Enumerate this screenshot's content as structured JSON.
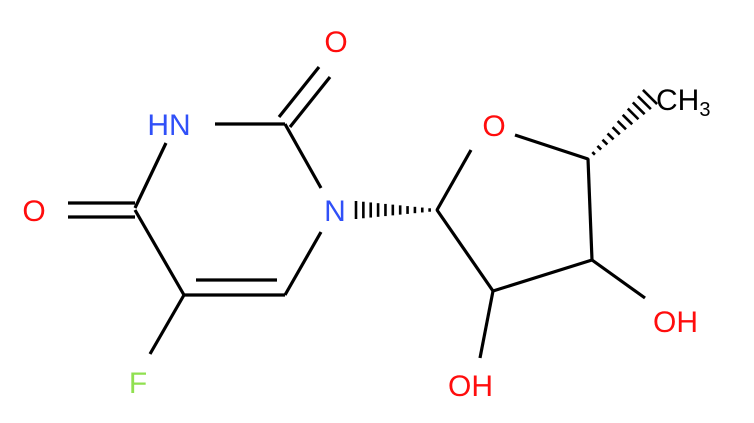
{
  "molecule": {
    "atoms": {
      "o_top": {
        "label": "O",
        "color": "#ff0d0d"
      },
      "hn": {
        "label": "HN",
        "color": "#3050f8"
      },
      "o_left": {
        "label": "O",
        "color": "#ff0d0d"
      },
      "n1": {
        "label": "N",
        "color": "#3050f8"
      },
      "f": {
        "label": "F",
        "color": "#90e050"
      },
      "o_ring": {
        "label": "O",
        "color": "#ff0d0d"
      },
      "ch3": {
        "label": "CH",
        "subscript": "3",
        "color": "#000000"
      },
      "oh_right": {
        "label": "OH",
        "color": "#ff0d0d"
      },
      "oh_bottom": {
        "label": "OH",
        "color": "#ff0d0d"
      }
    },
    "bond_color": "#000000"
  }
}
